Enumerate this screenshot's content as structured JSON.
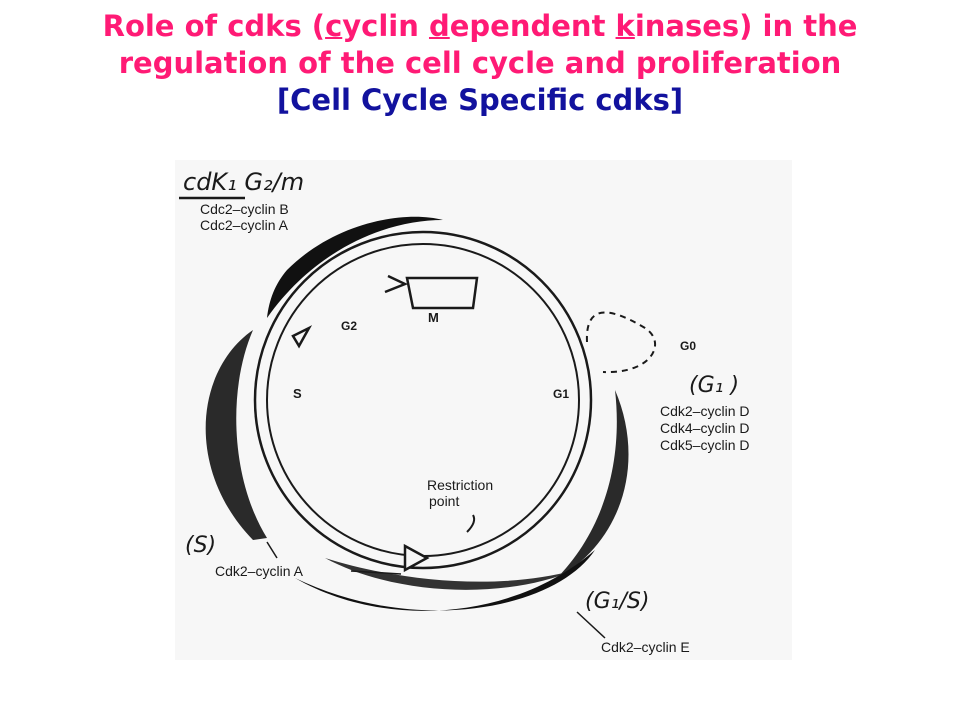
{
  "title": {
    "line1_pre": "Role of cdks (",
    "line1_c": "c",
    "line1_yclin": "yclin ",
    "line1_d": "d",
    "line1_ependent": "ependent ",
    "line1_k": "k",
    "line1_post": "inases) in the",
    "line2": "regulation of the cell cycle and proliferation",
    "line3": "[Cell Cycle Specific cdks]"
  },
  "colors": {
    "title_pink": "#ff1a75",
    "title_blue": "#12129e"
  },
  "diagram": {
    "phases": {
      "m": "M",
      "g2": "G2",
      "s": "S",
      "g1": "G1",
      "g0": "G0"
    },
    "restriction": {
      "line1": "Restriction",
      "line2": "point"
    },
    "g2m": {
      "heading": "cdK₁ G₂/m",
      "items": [
        "Cdc2–cyclin B",
        "Cdc2–cyclin A"
      ]
    },
    "g1": {
      "heading": "(G₁ )",
      "items": [
        "Cdk2–cyclin D",
        "Cdk4–cyclin D",
        "Cdk5–cyclin D"
      ]
    },
    "s": {
      "heading": "(S)",
      "item": "Cdk2–cyclin A"
    },
    "g1s": {
      "heading": "(G₁/S)",
      "item": "Cdk2–cyclin E"
    }
  }
}
